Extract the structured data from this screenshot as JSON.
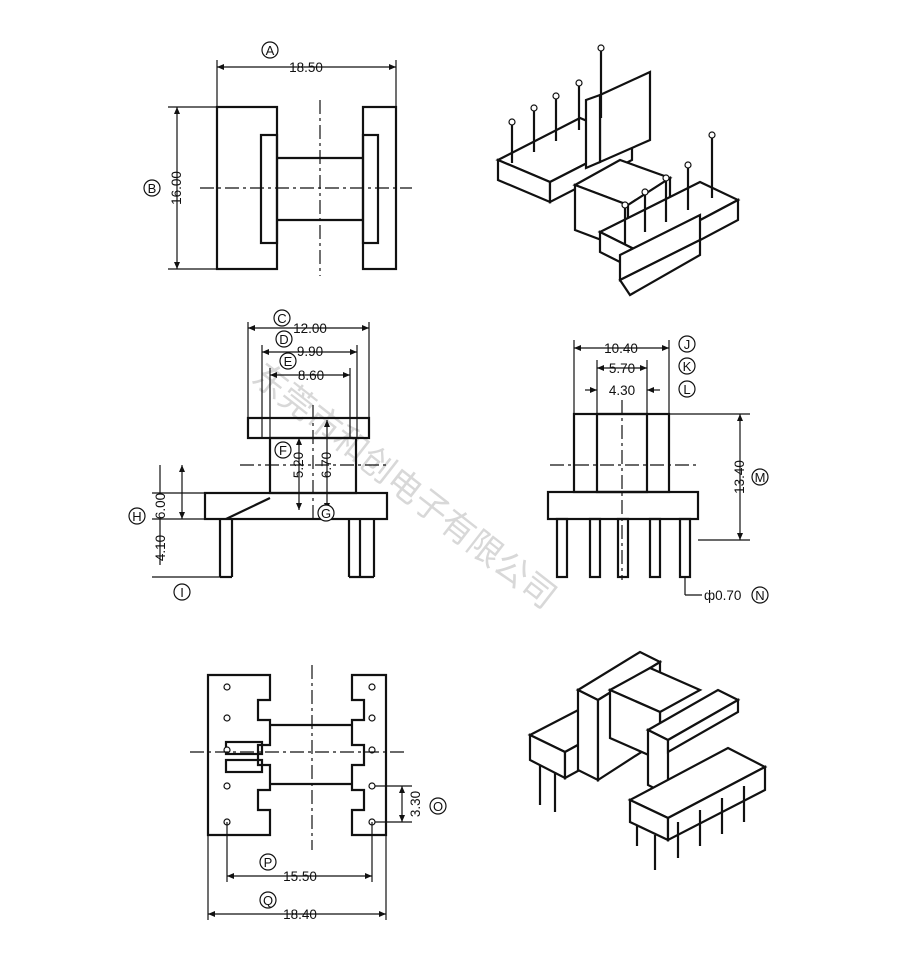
{
  "watermark": "东莞市和创电子有限公司",
  "dimensions": [
    {
      "label": "A",
      "value": "18.50"
    },
    {
      "label": "B",
      "value": "16.00"
    },
    {
      "label": "C",
      "value": "12.00"
    },
    {
      "label": "D",
      "value": "9.90"
    },
    {
      "label": "E",
      "value": "8.60"
    },
    {
      "label": "F",
      "value": "5.20"
    },
    {
      "label": "G",
      "value": "6.70"
    },
    {
      "label": "H",
      "value": "6.00"
    },
    {
      "label": "I",
      "value": "4.10"
    },
    {
      "label": "J",
      "value": "10.40"
    },
    {
      "label": "K",
      "value": "5.70"
    },
    {
      "label": "L",
      "value": "4.30"
    },
    {
      "label": "M",
      "value": "13.40"
    },
    {
      "label": "N",
      "value": "ф0.70"
    },
    {
      "label": "O",
      "value": "3.30"
    },
    {
      "label": "P",
      "value": "15.50"
    },
    {
      "label": "Q",
      "value": "18.40"
    }
  ]
}
